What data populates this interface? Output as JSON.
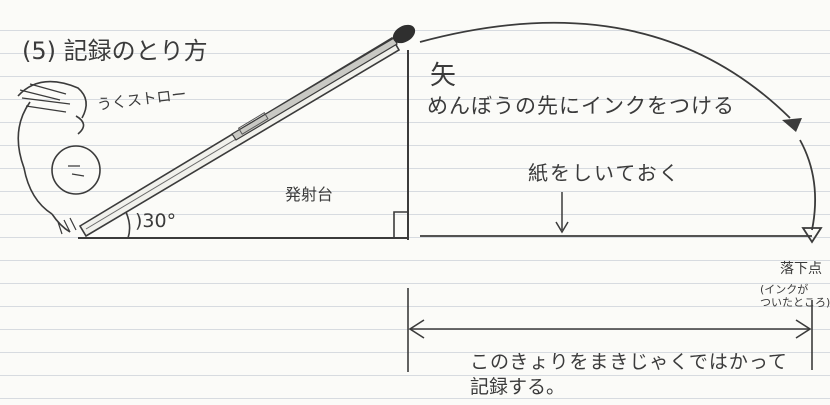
{
  "title": "(5)  記録のとり方",
  "labels": {
    "straw": "うくストロー",
    "arrow": "矢",
    "ink_note": "めんぼうの先にインクをつける",
    "paper_note": "紙をしいておく",
    "angle": ")30°",
    "launcher": "発射台",
    "drop_point": "落下点",
    "drop_note_1": "(インクが",
    "drop_note_2": "ついたところ)",
    "record_1": "このきょりをまきじゃくではかって",
    "record_2": "記録する。"
  },
  "colors": {
    "pencil": "#3b3b3b",
    "ruled_line": "#d7dbe0",
    "paper": "#fbfbf8"
  }
}
